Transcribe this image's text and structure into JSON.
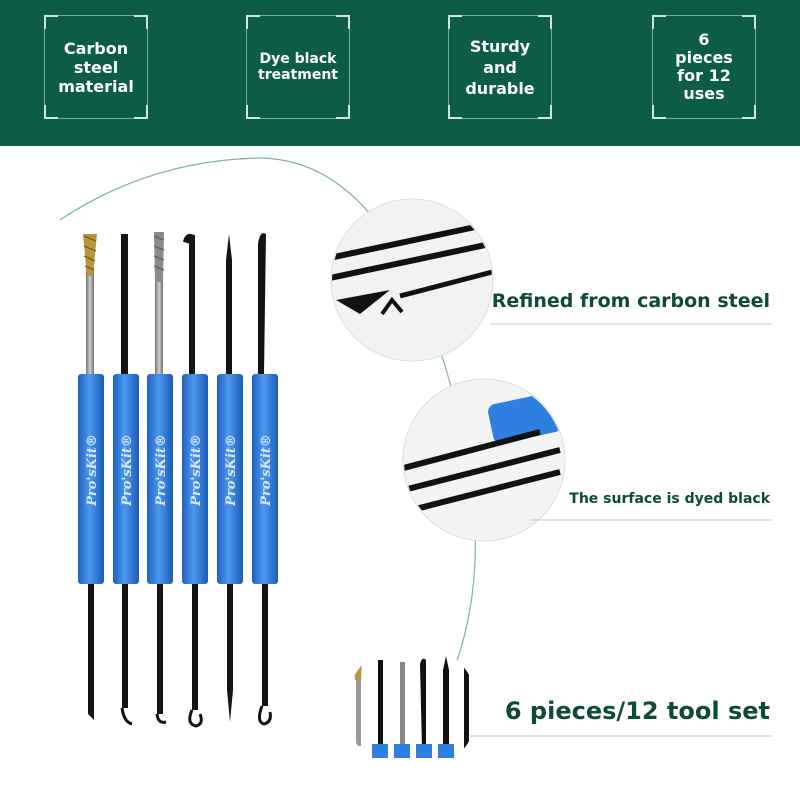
{
  "features": [
    {
      "label": "Carbon\nsteel\nmaterial"
    },
    {
      "label": "Dye black\ntreatment"
    },
    {
      "label": "Sturdy\nand\ndurable"
    },
    {
      "label": "6\npieces\nfor 12\nuses"
    }
  ],
  "brand": "Pro'sKit®",
  "callouts": {
    "refined": "Refined from carbon steel",
    "surface": "The surface is dyed black",
    "set": "6 pieces/12 tool set"
  },
  "colors": {
    "banner": "#0c5c48",
    "handle": "#2f7fe0",
    "text_dark_green": "#0e4a39"
  }
}
